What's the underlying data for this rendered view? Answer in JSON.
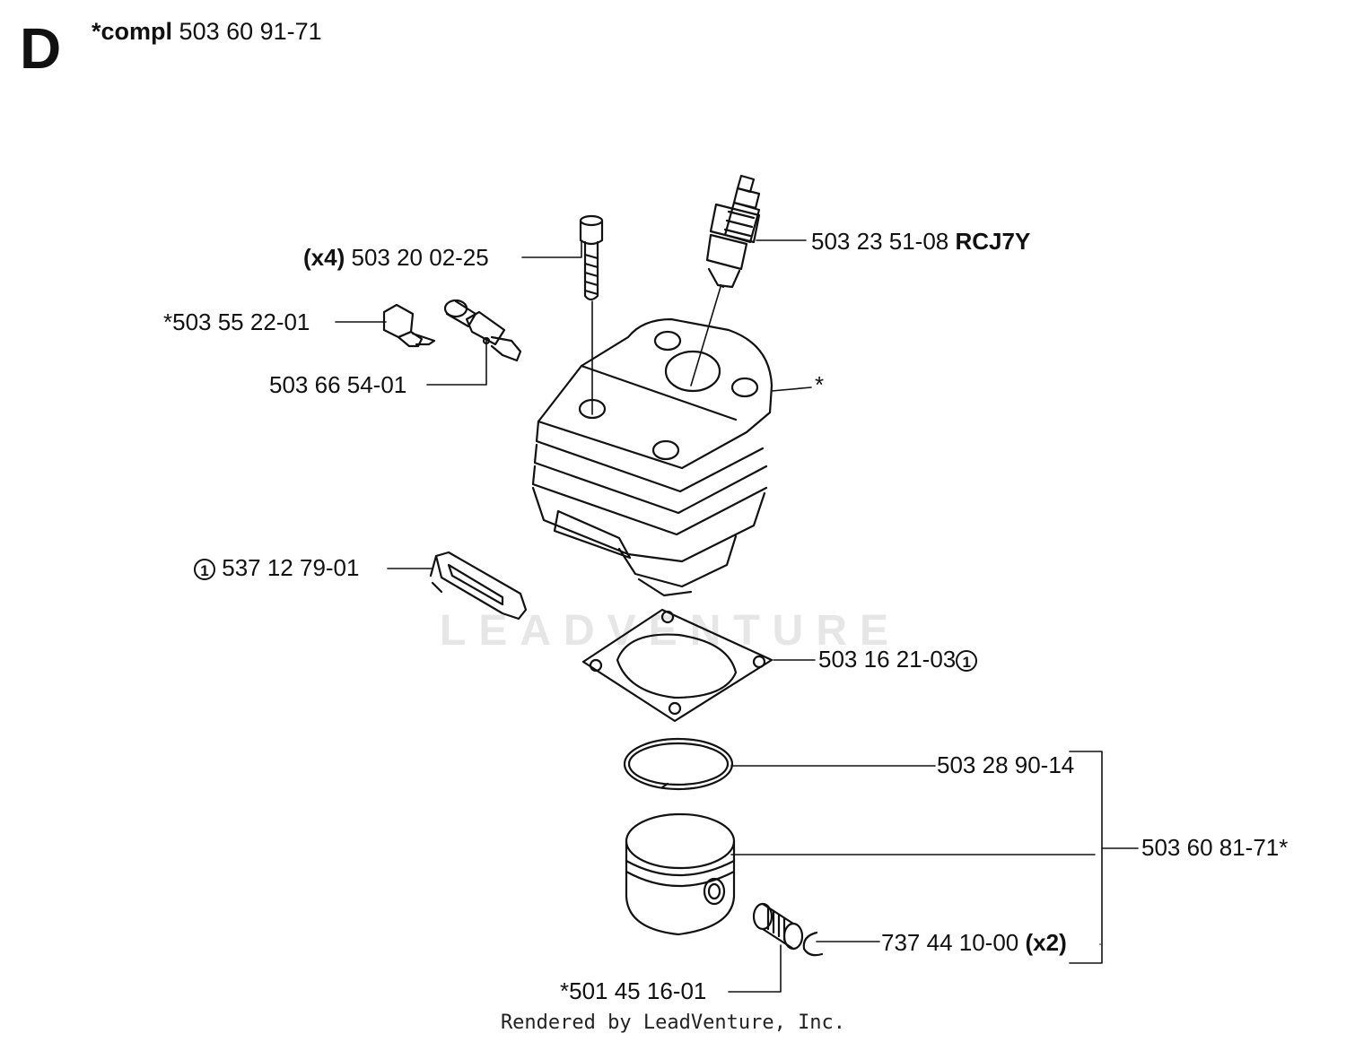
{
  "header": {
    "section_letter": "D",
    "compl_label": "*compl",
    "compl_number": "503 60 91-71"
  },
  "labels": {
    "bolt_qty": "(x4)",
    "bolt_part": "503 20 02-25",
    "decomp_part": "*503 55 22-01",
    "nipple_part": "503 66 54-01",
    "plug_part": "503 23 51-08",
    "plug_code": "RCJ7Y",
    "cylinder_mark": "*",
    "muffler_gasket_circle": "1",
    "muffler_gasket_part": "537 12 79-01",
    "base_gasket_part": "503 16 21-03",
    "base_gasket_circle": "1",
    "ring_part": "503 28 90-14",
    "piston_kit_part": "503 60 81-71*",
    "circlip_part": "737 44 10-00",
    "circlip_qty": "(x2)",
    "bearing_part": "*501 45 16-01"
  },
  "watermark": "LEADVENTURE",
  "footer": "Rendered by LeadVenture, Inc."
}
